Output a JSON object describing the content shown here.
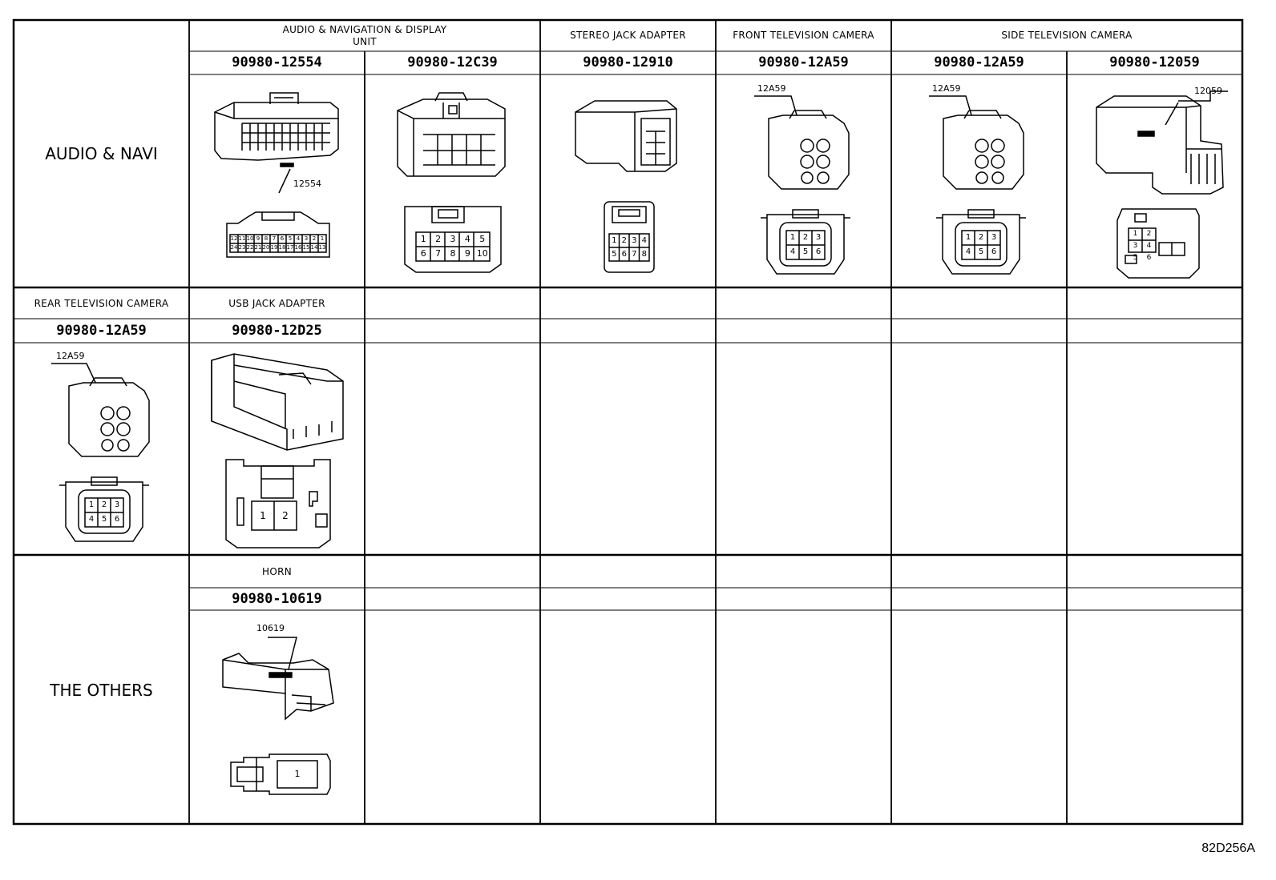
{
  "drawing_code": "82D256A",
  "sections": [
    {
      "label": "AUDIO & NAVI",
      "connectors": [
        {
          "category": "AUDIO & NAVIGATION & DISPLAY\nUNIT",
          "part_number": "90980-12554",
          "callout": "12554",
          "pins": [
            "12",
            "11",
            "10",
            "9",
            "8",
            "7",
            "6",
            "5",
            "4",
            "3",
            "2",
            "1",
            "24",
            "23",
            "22",
            "21",
            "20",
            "19",
            "18",
            "17",
            "16",
            "15",
            "14",
            "13"
          ]
        },
        {
          "category": "",
          "part_number": "90980-12C39",
          "callout": "",
          "pins": [
            "1",
            "2",
            "3",
            "4",
            "5",
            "6",
            "7",
            "8",
            "9",
            "10"
          ]
        },
        {
          "category": "STEREO JACK ADAPTER",
          "part_number": "90980-12910",
          "callout": "",
          "pins": [
            "1",
            "2",
            "3",
            "4",
            "5",
            "6",
            "7",
            "8"
          ]
        },
        {
          "category": "FRONT TELEVISION CAMERA",
          "part_number": "90980-12A59",
          "callout": "12A59",
          "pins": [
            "1",
            "2",
            "3",
            "4",
            "5",
            "6"
          ]
        },
        {
          "category": "SIDE TELEVISION CAMERA",
          "part_number": "90980-12A59",
          "callout": "12A59",
          "pins": [
            "1",
            "2",
            "3",
            "4",
            "5",
            "6"
          ]
        },
        {
          "category": "",
          "part_number": "90980-12059",
          "callout": "12059",
          "pins": [
            "1",
            "2",
            "3",
            "4",
            "5",
            "6"
          ]
        }
      ]
    },
    {
      "label": "",
      "connectors": [
        {
          "category": "REAR TELEVISION CAMERA",
          "part_number": "90980-12A59",
          "callout": "12A59",
          "pins": [
            "1",
            "2",
            "3",
            "4",
            "5",
            "6"
          ]
        },
        {
          "category": "USB JACK ADAPTER",
          "part_number": "90980-12D25",
          "callout": "",
          "pins": [
            "1",
            "2"
          ]
        }
      ]
    },
    {
      "label": "THE OTHERS",
      "connectors": [
        {
          "category": "HORN",
          "part_number": "90980-10619",
          "callout": "10619",
          "pins": [
            "1"
          ]
        }
      ]
    }
  ]
}
